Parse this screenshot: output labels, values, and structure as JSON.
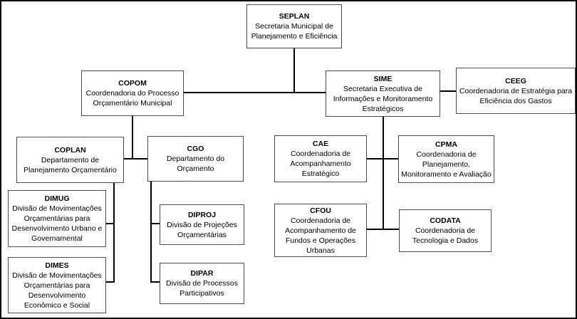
{
  "diagram_type": "organizational-chart",
  "colors": {
    "background": "#ffffff",
    "box_border": "#4d4d4d",
    "connector_line": "#000000",
    "text": "#000000"
  },
  "nodes": {
    "seplan": {
      "acronym": "SEPLAN",
      "name": "Secretaria Municipal de\nPlanejamento e Eficiência"
    },
    "copom": {
      "acronym": "COPOM",
      "name": "Coordenadoria do Processo\nOrçamentário Municipal"
    },
    "sime": {
      "acronym": "SIME",
      "name": "Secretaria Executiva de\nInformações e Monitoramento\nEstratégicos"
    },
    "ceeg": {
      "acronym": "CEEG",
      "name": "Coordenadoria de Estratégia para\nEficiência dos Gastos"
    },
    "coplan": {
      "acronym": "COPLAN",
      "name": "Departamento de\nPlanejamento Orçamentário"
    },
    "cgo": {
      "acronym": "CGO",
      "name": "Departamento do\nOrçamento"
    },
    "cae": {
      "acronym": "CAE",
      "name": "Coordenadoria de\nAcompanhamento\nEstratégico"
    },
    "cpma": {
      "acronym": "CPMA",
      "name": "Coordenadoria de\nPlanejamento,\nMonitoramento e Avaliação"
    },
    "dimug": {
      "acronym": "DIMUG",
      "name": "Divisão de Movimentações\nOrçamentárias para\nDesenvolvimento Urbano e\nGovernamental"
    },
    "dimes": {
      "acronym": "DIMES",
      "name": "Divisão de Movimentações\nOrçamentárias para\nDesenvolvimento\nEconômico e Social"
    },
    "diproj": {
      "acronym": "DIPROJ",
      "name": "Divisão de Projeções\nOrçamentárias"
    },
    "dipar": {
      "acronym": "DIPAR",
      "name": "Divisão de Processos\nParticipativos"
    },
    "cfou": {
      "acronym": "CFOU",
      "name": "Coordenadoria de\nAcompanhamento de\nFundos e Operações\nUrbanas"
    },
    "codata": {
      "acronym": "CODATA",
      "name": "Coordenadoria de\nTecnologia e Dados"
    }
  },
  "edges": [
    {
      "from": "SEPLAN",
      "to": "COPOM"
    },
    {
      "from": "SEPLAN",
      "to": "SIME"
    },
    {
      "from": "SIME",
      "to": "CEEG"
    },
    {
      "from": "COPOM",
      "to": "COPLAN"
    },
    {
      "from": "COPOM",
      "to": "CGO"
    },
    {
      "from": "COPLAN",
      "to": "DIMUG"
    },
    {
      "from": "COPLAN",
      "to": "DIMES"
    },
    {
      "from": "CGO",
      "to": "DIPROJ"
    },
    {
      "from": "CGO",
      "to": "DIPAR"
    },
    {
      "from": "SIME",
      "to": "CAE"
    },
    {
      "from": "SIME",
      "to": "CPMA"
    },
    {
      "from": "SIME",
      "to": "CFOU"
    },
    {
      "from": "SIME",
      "to": "CODATA"
    }
  ]
}
